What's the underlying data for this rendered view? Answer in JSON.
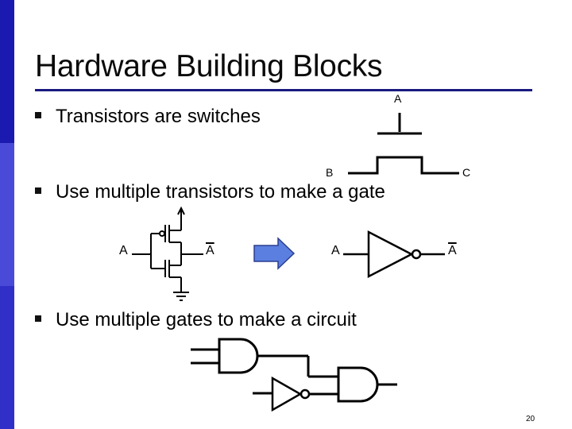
{
  "slide": {
    "title": "Hardware Building Blocks",
    "bullets": [
      "Transistors are switches",
      "Use multiple transistors to make a gate",
      "Use multiple gates to make a circuit"
    ],
    "page_number": "20"
  },
  "transistor": {
    "gate_label": "A",
    "source_label": "B",
    "drain_label": "C"
  },
  "gate_diagram": {
    "cmos_input": "A",
    "cmos_output": "A",
    "inverter_input": "A",
    "inverter_output": "A"
  },
  "colors": {
    "sidebar": "#1a1ab0",
    "title_rule": "#1a1a80",
    "arrow_fill": "#5b7fe0",
    "arrow_stroke": "#2a3f90"
  }
}
